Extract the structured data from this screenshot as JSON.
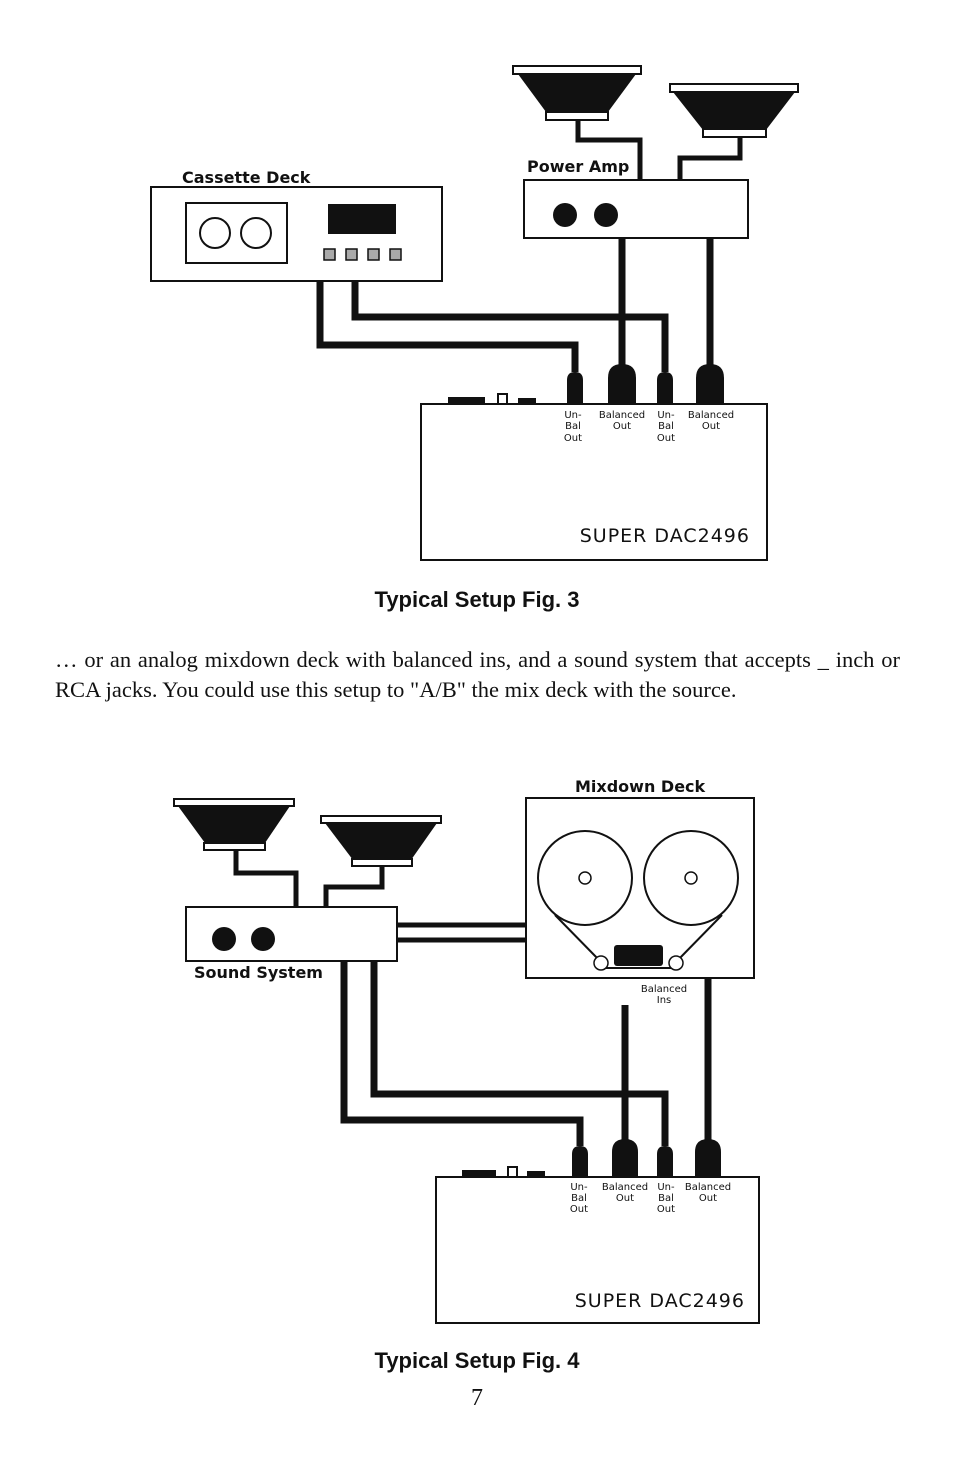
{
  "figure3": {
    "cassette_label": "Cassette Deck",
    "amp_label": "Power Amp",
    "jacks": [
      "Un-",
      "Bal",
      "Out",
      "Balanced",
      "Out"
    ],
    "logo": "SUPER DAC2496",
    "caption": "Typical Setup Fig. 3"
  },
  "paragraph": "… or an analog mixdown deck with balanced ins, and a sound system that accepts _ inch or RCA jacks.  You could use this setup to \"A/B\" the mix deck with the source.",
  "figure4": {
    "mixdown_label": "Mixdown Deck",
    "sound_label": "Sound System",
    "balanced_ins": [
      "Balanced",
      "Ins"
    ],
    "jacks": [
      "Un-",
      "Bal",
      "Out",
      "Balanced",
      "Out"
    ],
    "logo": "SUPER DAC2496",
    "caption": "Typical Setup Fig. 4"
  },
  "page_number": "7"
}
